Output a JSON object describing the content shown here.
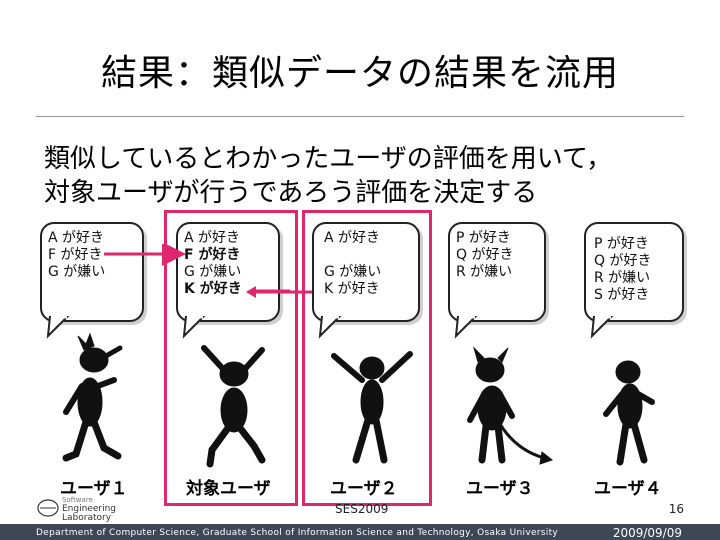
{
  "slide": {
    "title": "結果：類似データの結果を流用",
    "body_line1": "類似しているとわかったユーザの評価を用いて，",
    "body_line2": "対象ユーザが行うであろう評価を決定する"
  },
  "bubbles": [
    {
      "lines": [
        "A が好き",
        "F が好き",
        "G が嫌い"
      ]
    },
    {
      "lines": [
        "A が好き",
        "F が好き",
        "G が嫌い",
        "K が好き"
      ]
    },
    {
      "lines": [
        "A が好き",
        "",
        "G が嫌い",
        "K が好き"
      ]
    },
    {
      "lines": [
        "P が好き",
        "Q が好き",
        "R が嫌い"
      ]
    },
    {
      "lines": [
        "P が好き",
        "Q が好き",
        "R が嫌い",
        "S が好き"
      ]
    }
  ],
  "users": [
    "ユーザ１",
    "対象ユーザ",
    "ユーザ２",
    "ユーザ３",
    "ユーザ４"
  ],
  "footer": {
    "conference": "SES2009",
    "page_number": "16",
    "department": "Department of Computer Science, Graduate School of Information Science and Technology, Osaka University",
    "date": "2009/09/09",
    "logo_line1": "Software",
    "logo_line2": "Engineering",
    "logo_line3": "Laboratory"
  },
  "colors": {
    "frame": "#e0266e",
    "arrow": "#e0266e",
    "footer_bar": "#3d4756"
  }
}
